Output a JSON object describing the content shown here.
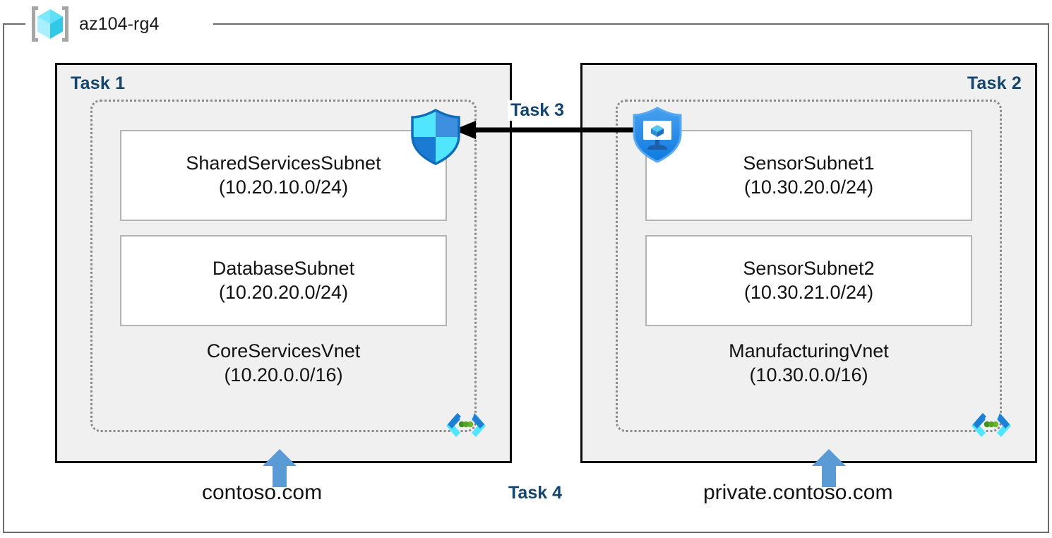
{
  "resource_group": {
    "name": "az104-rg4",
    "icon": "resource-group-cube-icon"
  },
  "panels": [
    {
      "task_label": "Task 1",
      "align": "left",
      "vnet": {
        "name": "CoreServicesVnet",
        "cidr": "(10.20.0.0/16)",
        "icon": "virtual-network-icon"
      },
      "subnets": [
        {
          "name": "SharedServicesSubnet",
          "cidr": "(10.20.10.0/24)"
        },
        {
          "name": "DatabaseSubnet",
          "cidr": "(10.20.20.0/24)"
        }
      ],
      "dns": {
        "label": "contoso.com",
        "arrow": "up-arrow-icon"
      }
    },
    {
      "task_label": "Task 2",
      "align": "right",
      "vnet": {
        "name": "ManufacturingVnet",
        "cidr": "(10.30.0.0/16)",
        "icon": "virtual-network-icon"
      },
      "subnets": [
        {
          "name": "SensorSubnet1",
          "cidr": "(10.30.20.0/24)"
        },
        {
          "name": "SensorSubnet2",
          "cidr": "(10.30.21.0/24)"
        }
      ],
      "dns": {
        "label": "private.contoso.com",
        "arrow": "up-arrow-icon"
      }
    }
  ],
  "connections": {
    "task3": {
      "label": "Task 3",
      "direction": "right-to-left",
      "source_icon": "bastion-shield-vm-icon",
      "target_icon": "network-security-group-shield-icon"
    },
    "task4": {
      "label": "Task 4"
    }
  },
  "colors": {
    "task_label": "#14456f",
    "panel_fill": "#f0f0f0",
    "panel_border": "#0a0a0a",
    "frame_border": "#6b6b6b",
    "subnet_border": "#b4b4b4",
    "vnet_dash": "#8a8a8a",
    "dns_arrow": "#5b9bd5",
    "azure_blue": "#0078d4",
    "azure_cyan": "#50e6ff",
    "vnet_dot_green": "#5ab639",
    "arrow_black": "#000000"
  }
}
